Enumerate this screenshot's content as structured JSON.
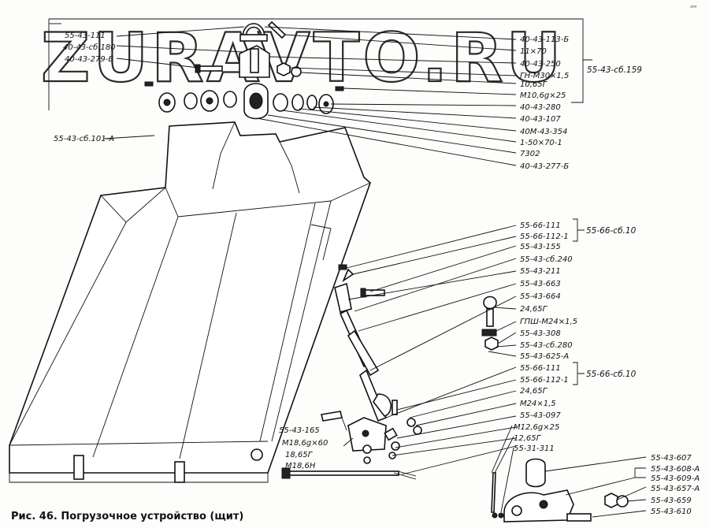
{
  "watermark": "ZURAVTO.RU",
  "caption": "Рис. 46. Погрузочное устройство (щит)",
  "corner_mark": "²⁰⁰",
  "labels": {
    "l1": "55-43-111",
    "l2": "40-43-сб.180",
    "l3": "40-43-279-Б",
    "l4": "40-43-113-Б",
    "l5": "11×70",
    "l6": "40-43-250",
    "l7": "ГН-М30×1,5",
    "l8": "10,65Г",
    "l9": "М10,6g×25",
    "l10": "40-43-280",
    "l11": "40-43-107",
    "l12": "40М-43-354",
    "l13": "1-50×70-1",
    "l14": "7302",
    "l15": "40-43-277-Б",
    "l16": "55-43-сб.101-А",
    "l17": "55-66-111",
    "l18": "55-66-112-1",
    "l19": "55-43-155",
    "l20": "55-43-сб.240",
    "l21": "55-43-211",
    "l22": "55-43-663",
    "l23": "55-43-664",
    "l24": "24,65Г",
    "l25": "ГПШ-М24×1,5",
    "l26": "55-43-308",
    "l27": "55-43-сб.280",
    "l28": "55-43-625-А",
    "l29": "55-66-111",
    "l30": "55-66-112-1",
    "l31": "24,65Г",
    "l32": "М24×1,5",
    "l33": "55-43-097",
    "l34": "М12,6g×25",
    "l35": "12,65Г",
    "l36": "55-31-311",
    "l37": "55-43-165",
    "l38": "М18,6g×60",
    "l39": "18,65Г",
    "l40": "М18,6Н",
    "l41": "55-43-607",
    "l42": "55-43-608-А",
    "l43": "55-43-609-А",
    "l44": "55-43-657-А",
    "l45": "55-43-659",
    "l46": "55-43-610"
  },
  "groups": {
    "g1": "55-43-сб.159",
    "g2": "55-66-сб.10",
    "g3": "55-66-сб.10"
  }
}
